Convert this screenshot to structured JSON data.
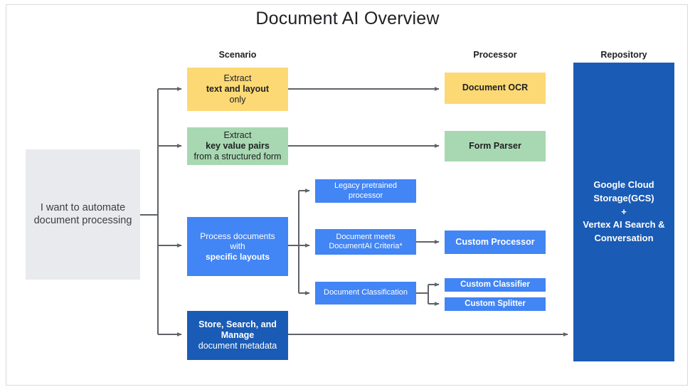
{
  "title": "Document AI Overview",
  "columns": {
    "scenario": "Scenario",
    "processor": "Processor",
    "repository": "Repository"
  },
  "input": {
    "text": "I want to automate document processing",
    "color": "#e8eaed"
  },
  "scenarios": [
    {
      "id": "extract-text-layout",
      "lead": "Extract ",
      "bold": "text and layout",
      "tail": " only",
      "color": "#fcd975"
    },
    {
      "id": "extract-key-value",
      "lead": "Extract ",
      "bold": "key value pairs",
      "tail": " from a structured form",
      "color": "#a8d8b2"
    },
    {
      "id": "process-specific-layouts",
      "lead": "Process documents with ",
      "bold": "specific layouts",
      "tail": "",
      "color": "#4285f4"
    },
    {
      "id": "store-search-manage",
      "lead": "",
      "bold": "Store, Search, and Manage",
      "tail": " document metadata",
      "color": "#1a5bb5"
    }
  ],
  "decisions": [
    {
      "id": "legacy-pretrained-processor",
      "label": "Legacy pretrained processor",
      "color": "#4285f4"
    },
    {
      "id": "document-meets-criteria",
      "label": "Document meets DocumentAI Criteria*",
      "color": "#4285f4"
    },
    {
      "id": "document-classification",
      "label": "Document Classification",
      "color": "#4285f4"
    }
  ],
  "processors": [
    {
      "id": "document-ocr",
      "label": "Document OCR",
      "color": "#fcd975"
    },
    {
      "id": "form-parser",
      "label": "Form Parser",
      "color": "#a8d8b2"
    },
    {
      "id": "custom-processor",
      "label": "Custom Processor",
      "color": "#4285f4"
    },
    {
      "id": "custom-classifier",
      "label": "Custom Classifier",
      "color": "#4285f4"
    },
    {
      "id": "custom-splitter",
      "label": "Custom Splitter",
      "color": "#4285f4"
    }
  ],
  "repository": {
    "line1": "Google Cloud",
    "line2": "Storage(GCS)",
    "line3": "+",
    "line4": "Vertex AI Search &",
    "line5": "Conversation",
    "color": "#1a5bb5"
  },
  "connector_color": "#5f6368"
}
